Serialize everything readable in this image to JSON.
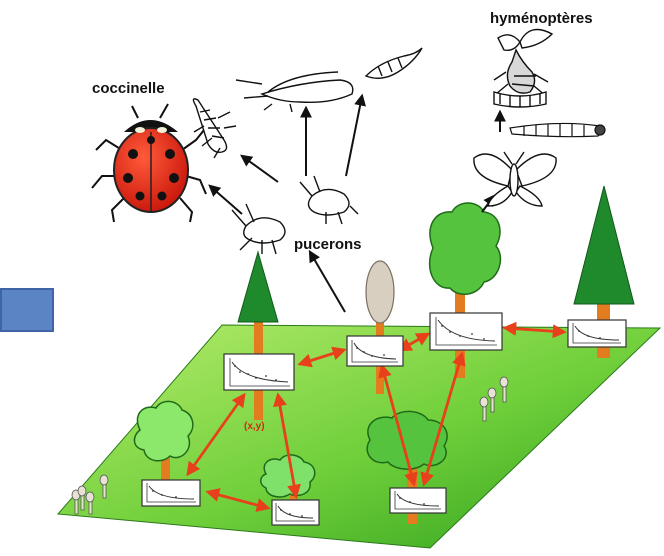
{
  "labels": {
    "ladybird": "coccinelle",
    "hymenoptera": "hyménoptères",
    "aphids": "pucerons",
    "coordinates": "(x,y)"
  },
  "colors": {
    "ground_light": "#a6e55c",
    "ground_dark": "#2e9f1c",
    "arrow_red": "#e8401a",
    "arrow_black": "#111111",
    "tree_dark_green": "#1f8a2c",
    "tree_light_green": "#7fe06a",
    "trunk_orange": "#e37b1f",
    "ladybird_red": "#e8281a",
    "side_box_blue": "#5b84c4"
  },
  "icons": [
    "ladybird-icon",
    "ladybird-larva-icon",
    "aphid-icon",
    "winged-aphid-icon",
    "hoverfly-larva-icon",
    "wasp-icon",
    "caterpillar-icon",
    "moth-icon",
    "conifer-tree-icon",
    "deciduous-tree-icon",
    "poplar-tree-icon",
    "mushroom-icon",
    "scatter-plot-panel-icon"
  ]
}
